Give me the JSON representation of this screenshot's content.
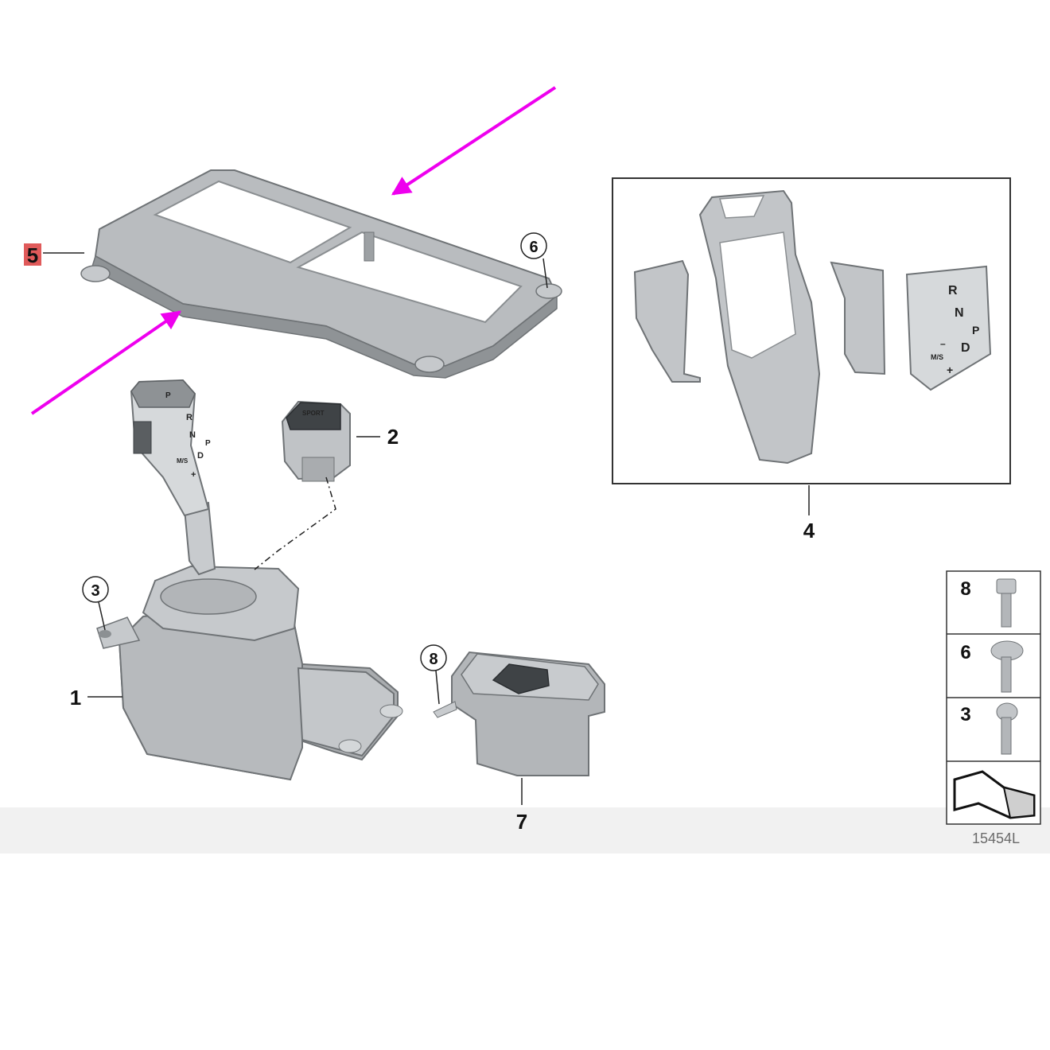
{
  "diagram_number": "15454L",
  "colors": {
    "part_fill": "#b9bcbf",
    "part_dark": "#7f8386",
    "part_light": "#dde0e2",
    "arrow": "#ee00ee",
    "highlight": "#e05a5a",
    "band": "#f1f1f1"
  },
  "callouts": {
    "p1": "1",
    "p2": "2",
    "p3": "3",
    "p4": "4",
    "p5": "5",
    "p6": "6",
    "p7": "7",
    "p8": "8"
  },
  "legend": {
    "rows": [
      {
        "num": "8",
        "icon": "socket-head-screw-icon"
      },
      {
        "num": "6",
        "icon": "flange-head-screw-icon"
      },
      {
        "num": "3",
        "icon": "button-head-screw-icon"
      }
    ],
    "direction_icon": "forward-arrow-icon"
  },
  "knob_labels": {
    "r": "R",
    "n": "N",
    "d": "D",
    "p": "P",
    "ms": "M/S",
    "minus": "–",
    "plus": "+",
    "button": "P",
    "switch": "SPORT"
  }
}
